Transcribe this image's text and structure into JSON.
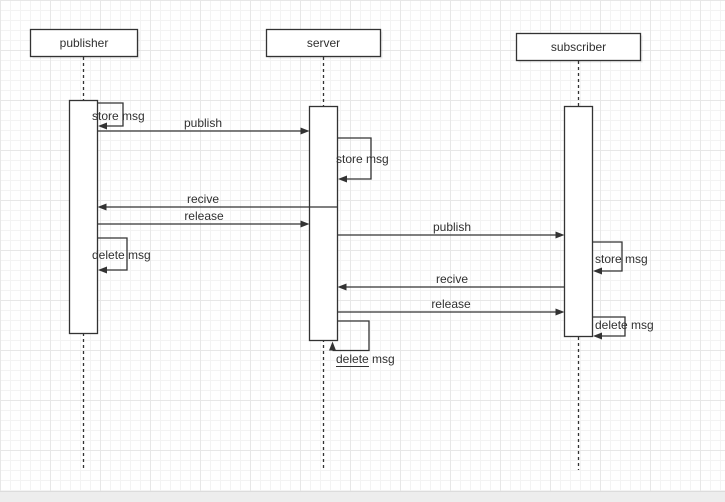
{
  "canvas": {
    "background": "#ffffff",
    "grid_minor_color": "#f3f3f3",
    "grid_major_color": "#e7e7e7"
  },
  "colors": {
    "stroke": "#333333",
    "shape_fill": "#ffffff",
    "text": "#303030"
  },
  "actors": [
    {
      "id": "publisher",
      "label": "publisher"
    },
    {
      "id": "server",
      "label": "server"
    },
    {
      "id": "subscriber",
      "label": "subscriber"
    }
  ],
  "messages": [
    {
      "id": "publisher-store-msg",
      "label": "store msg",
      "kind": "self"
    },
    {
      "id": "publish-to-server",
      "label": "publish",
      "kind": "call"
    },
    {
      "id": "server-store-msg",
      "label": "store msg",
      "kind": "self"
    },
    {
      "id": "recive-to-publisher",
      "label": "recive",
      "kind": "return"
    },
    {
      "id": "release-to-server",
      "label": "release",
      "kind": "call"
    },
    {
      "id": "publisher-delete-msg",
      "label": "delete msg",
      "kind": "self"
    },
    {
      "id": "publish-to-subscriber",
      "label": "publish",
      "kind": "call"
    },
    {
      "id": "subscriber-store-msg",
      "label": "store msg",
      "kind": "self"
    },
    {
      "id": "recive-to-server",
      "label": "recive",
      "kind": "return"
    },
    {
      "id": "release-to-subscriber",
      "label": "release",
      "kind": "call"
    },
    {
      "id": "subscriber-delete-msg",
      "label": "delete msg",
      "kind": "self"
    },
    {
      "id": "server-delete-msg",
      "label": "delete msg",
      "kind": "self"
    }
  ]
}
